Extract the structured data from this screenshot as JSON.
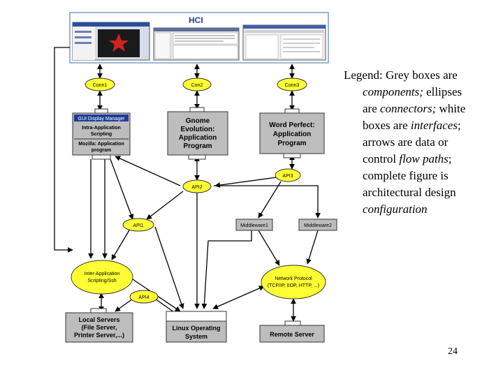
{
  "hci": {
    "title": "HCI"
  },
  "connectors": {
    "conn1": "Conn1",
    "conn2": "Con2",
    "conn3": "Conn3",
    "api1": "API1",
    "api2": "API2",
    "api3": "API3",
    "api4": "API4",
    "inter_app": [
      "Inter-Application",
      "Scripting/Ssh"
    ],
    "network": [
      "Network Protocol",
      "(TCP/IP, IIOP, HTTP, ...)"
    ]
  },
  "components": {
    "gui": {
      "header": "GUI Display Manager",
      "line1": "Intra-Application",
      "line2": "Scripting",
      "line3": "Mozilla: Application",
      "line4": "program"
    },
    "gnome": [
      "Gnome",
      "Evolution:",
      "Application",
      "Program"
    ],
    "wordperfect": [
      "Word Perfect:",
      "Application",
      "Program"
    ],
    "middleware1": "Middleware1",
    "middleware2": "Middleware2",
    "local_servers": [
      "Local Servers",
      "(File Server,",
      "Printer Server,...)"
    ],
    "linux": [
      "Linux Operating",
      "System"
    ],
    "remote": "Remote Server"
  },
  "legend": {
    "line1": "Legend: Grey boxes are",
    "components": "components;",
    "ellipses": " ellipses",
    "are1": "are ",
    "connectors": "connectors;",
    "white": " white",
    "boxes": "boxes are ",
    "interfaces": "interfaces",
    "semi": ";",
    "arrows": "arrows are data or",
    "control": "control ",
    "flow_paths": "flow paths",
    "semi2": ";",
    "complete": "complete figure is",
    "architectural": "architectural design",
    "configuration": "configuration"
  },
  "page_number": "24",
  "colors": {
    "connector": "#ffff33",
    "component": "#bdbdbd",
    "arrow": "#000000",
    "gui_header": "#1f3c96"
  }
}
